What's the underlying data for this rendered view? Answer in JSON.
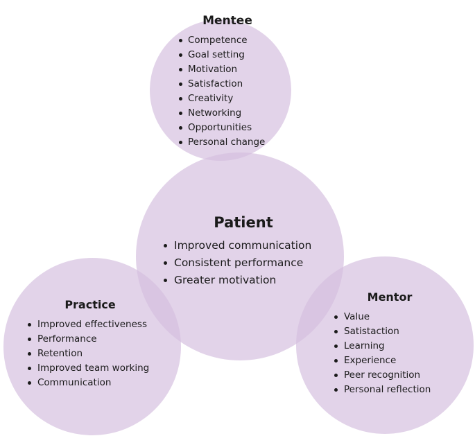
{
  "circles": {
    "fill_color": "#d4bedf",
    "mentee": {
      "title": "Mentee",
      "items": [
        "Competence",
        "Goal setting",
        "Motivation",
        "Satisfaction",
        "Creativity",
        "Networking",
        "Opportunities",
        "Personal change"
      ]
    },
    "patient": {
      "title": "Patient",
      "items": [
        "Improved communication",
        "Consistent performance",
        "Greater motivation"
      ]
    },
    "practice": {
      "title": "Practice",
      "items": [
        "Improved effectiveness",
        "Performance",
        "Retention",
        "Improved team working",
        "Communication"
      ]
    },
    "mentor": {
      "title": "Mentor",
      "items": [
        "Value",
        "Satistaction",
        "Learning",
        "Experience",
        "Peer recognition",
        "Personal reflection"
      ]
    }
  }
}
